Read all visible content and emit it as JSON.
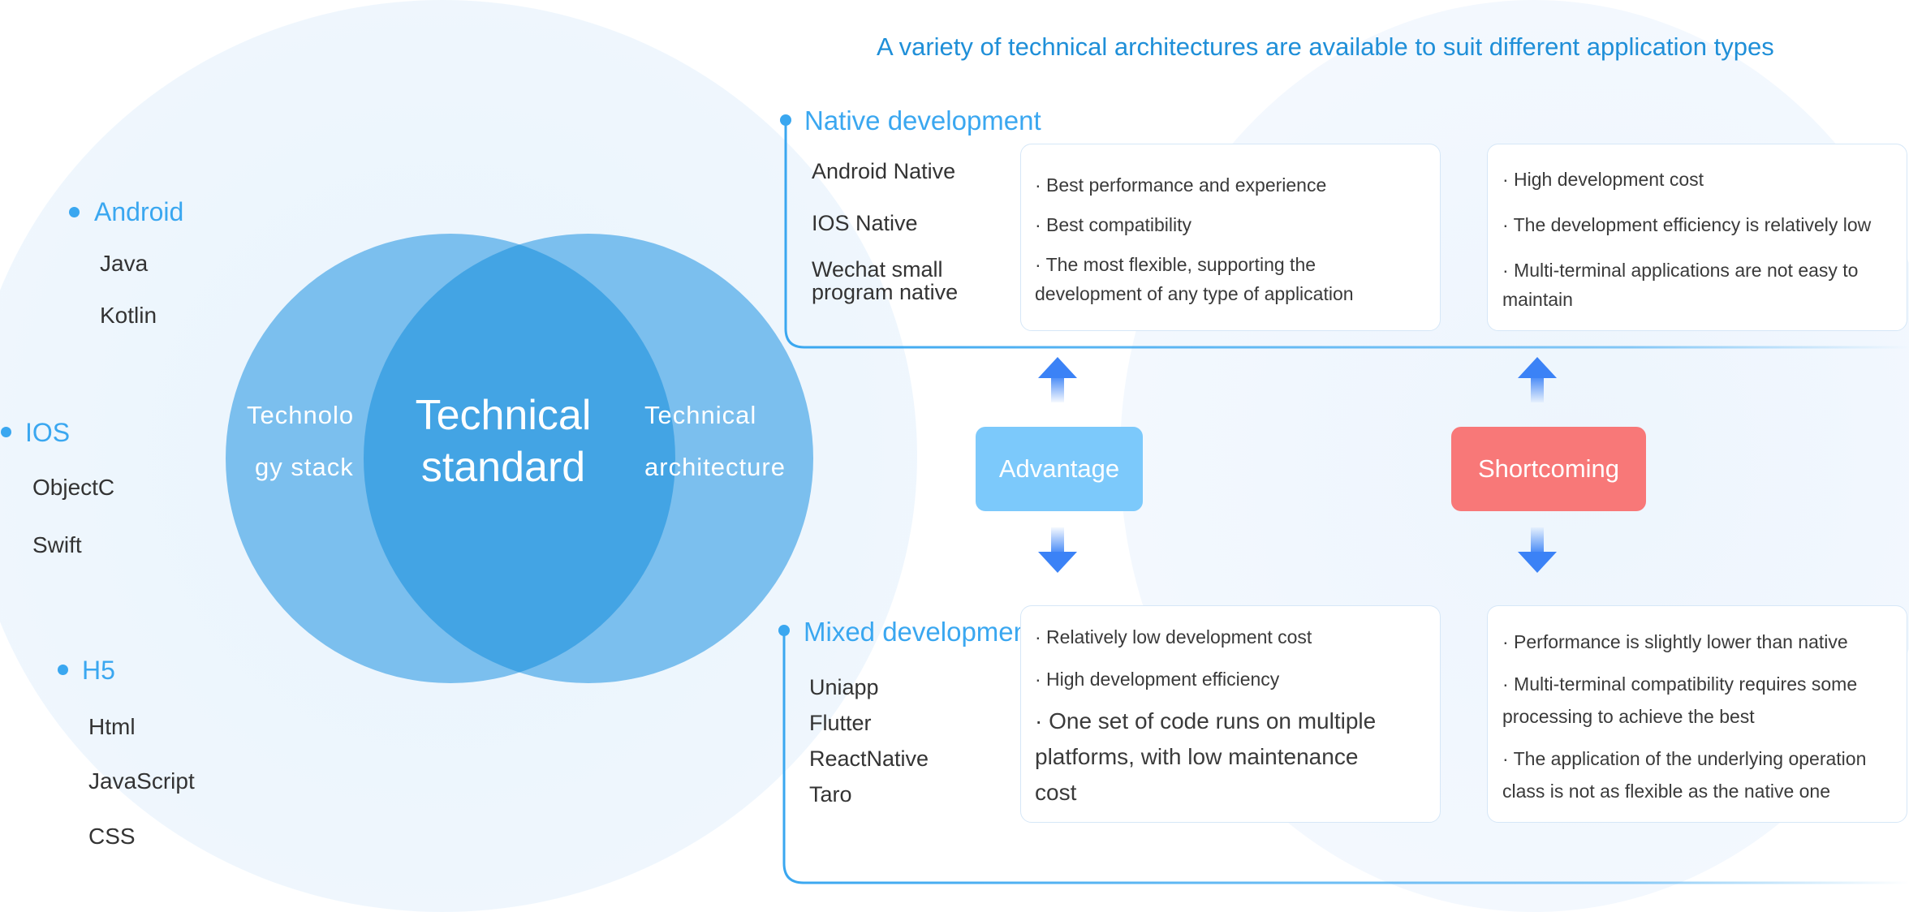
{
  "headline": "A variety of technical architectures are available to suit different application types",
  "tech_groups": [
    {
      "title": "Android",
      "items": [
        "Java",
        "Kotlin"
      ]
    },
    {
      "title": "IOS",
      "items": [
        "ObjectC",
        "Swift"
      ]
    },
    {
      "title": "H5",
      "items": [
        "Html",
        "JavaScript",
        "CSS"
      ]
    }
  ],
  "venn": {
    "left_label_line1": "Technolo",
    "left_label_line2": "gy stack",
    "center_line1": "Technical",
    "center_line2": "standard",
    "right_label_line1": "Technical",
    "right_label_line2": "architecture",
    "colors": {
      "circle": "#6fb8ec",
      "overlap": "#3a9fe2"
    }
  },
  "native": {
    "title": "Native development",
    "items": [
      "Android Native",
      "IOS Native",
      "Wechat small",
      "program native"
    ],
    "advantages": [
      "· Best performance and experience",
      "· Best compatibility",
      "· The most flexible, supporting the",
      "development of any type of application"
    ],
    "shortcomings": [
      "· High development cost",
      "· The development efficiency is relatively low",
      "· Multi-terminal applications are not easy to",
      "maintain"
    ]
  },
  "badges": {
    "advantage": "Advantage",
    "shortcoming": "Shortcoming"
  },
  "mixed": {
    "title": "Mixed development",
    "items": [
      "Uniapp",
      "Flutter",
      "ReactNative",
      "Taro"
    ],
    "advantages": [
      "· Relatively low development cost",
      "· High development efficiency"
    ],
    "advantages_large": [
      "· One set of code runs on multiple",
      "platforms, with low maintenance",
      "cost"
    ],
    "shortcomings": [
      "· Performance is slightly lower than native",
      "· Multi-terminal compatibility requires some",
      "processing to achieve the best",
      "· The application of the underlying operation",
      "class is not as flexible as the native one"
    ]
  },
  "colors": {
    "accent": "#3aa7f0",
    "advantage": "#7cc9fb",
    "shortcoming": "#f87878",
    "arrow": "#3b82f6"
  }
}
